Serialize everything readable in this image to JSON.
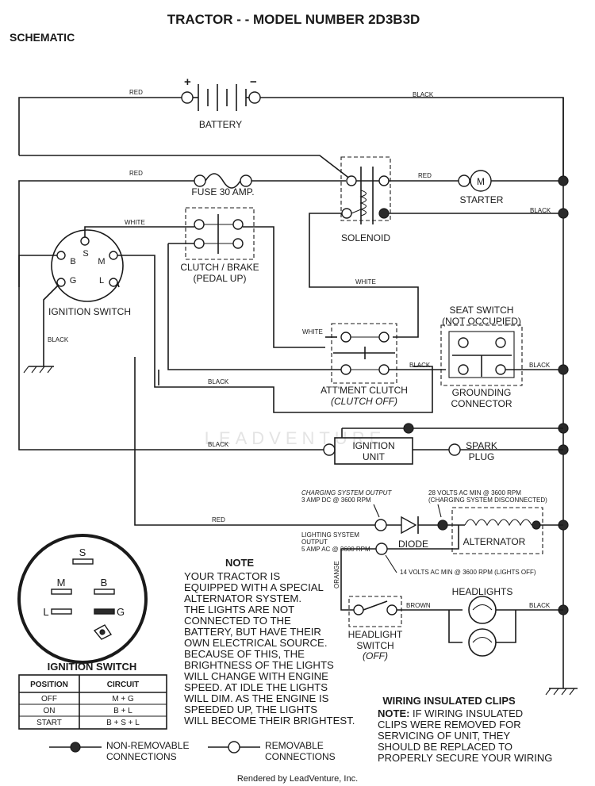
{
  "title": "TRACTOR - - MODEL NUMBER 2D3B3D",
  "subtitle": "SCHEMATIC",
  "components": {
    "battery": "BATTERY",
    "battery_plus": "+",
    "battery_minus": "−",
    "fuse": "FUSE 30 AMP.",
    "solenoid": "SOLENOID",
    "starter": "STARTER",
    "starter_symbol": "M",
    "clutch_brake_1": "CLUTCH / BRAKE",
    "clutch_brake_2": "(PEDAL UP)",
    "ignition_switch": "IGNITION SWITCH",
    "seat_switch_1": "SEAT SWITCH",
    "seat_switch_2": "(NOT OCCUPIED)",
    "grounding_1": "GROUNDING",
    "grounding_2": "CONNECTOR",
    "attment_1": "ATT'MENT CLUTCH",
    "attment_2": "(CLUTCH OFF)",
    "ignition_unit_1": "IGNITION",
    "ignition_unit_2": "UNIT",
    "spark_1": "SPARK",
    "spark_2": "PLUG",
    "diode": "DIODE",
    "alternator": "ALTERNATOR",
    "headlights": "HEADLIGHTS",
    "headlight_switch_1": "HEADLIGHT",
    "headlight_switch_2": "SWITCH",
    "headlight_switch_3": "(OFF)"
  },
  "switch_terminals": {
    "S": "S",
    "B": "B",
    "M": "M",
    "G": "G",
    "L": "L"
  },
  "wire_labels": {
    "red_battery": "RED",
    "black_battery": "BLACK",
    "red_fuse": "RED",
    "red_starter": "RED",
    "black_solenoid": "BLACK",
    "white_top": "WHITE",
    "white_mid": "WHITE",
    "white_attment": "WHITE",
    "black_ign_ground": "BLACK",
    "black_attment": "BLACK",
    "black_seat_left": "BLACK",
    "black_seat_right": "BLACK",
    "black_ign_unit": "BLACK",
    "red_charging": "RED",
    "orange": "ORANGE",
    "brown": "BROWN",
    "black_headlights": "BLACK"
  },
  "charging": {
    "output_1": "CHARGING SYSTEM OUTPUT",
    "output_2": "3 AMP DC @ 3600 RPM",
    "ac_1": "28 VOLTS AC MIN  @ 3600 RPM",
    "ac_2": "(CHARGING SYSTEM DISCONNECTED)",
    "light_1": "LIGHTING SYSTEM",
    "light_2": "OUTPUT",
    "light_3": "5 AMP AC @ 3600 RPM",
    "lights_off": "14 VOLTS AC MIN  @ 3600 RPM (LIGHTS OFF)"
  },
  "note": {
    "heading": "NOTE",
    "lines": [
      "YOUR TRACTOR IS",
      "EQUIPPED WITH A SPECIAL",
      "ALTERNATOR SYSTEM.",
      "THE LIGHTS ARE NOT",
      "CONNECTED TO THE",
      "BATTERY, BUT HAVE THEIR",
      "OWN ELECTRICAL SOURCE.",
      "BECAUSE OF THIS, THE",
      "BRIGHTNESS OF THE LIGHTS",
      "WILL CHANGE WITH ENGINE",
      "SPEED.  AT IDLE THE LIGHTS",
      "WILL DIM.  AS THE ENGINE IS",
      "SPEEDED UP, THE LIGHTS",
      "WILL BECOME THEIR BRIGHTEST."
    ]
  },
  "ignition_table": {
    "title": "IGNITION SWITCH",
    "headers": [
      "POSITION",
      "CIRCUIT"
    ],
    "rows": [
      [
        "OFF",
        "M + G"
      ],
      [
        "ON",
        "B + L"
      ],
      [
        "START",
        "B + S + L"
      ]
    ]
  },
  "clips": {
    "heading": "WIRING INSULATED CLIPS",
    "note_label": "NOTE:",
    "lines": [
      "IF WIRING INSULATED",
      "CLIPS WERE REMOVED FOR",
      "SERVICING OF UNIT, THEY",
      "SHOULD BE REPLACED TO",
      "PROPERLY SECURE YOUR WIRING"
    ]
  },
  "legend": {
    "nonremovable_1": "NON-REMOVABLE",
    "nonremovable_2": "CONNECTIONS",
    "removable_1": "REMOVABLE",
    "removable_2": "CONNECTIONS"
  },
  "watermark": "LEADVENTURE",
  "footer": "Rendered by LeadVenture, Inc."
}
